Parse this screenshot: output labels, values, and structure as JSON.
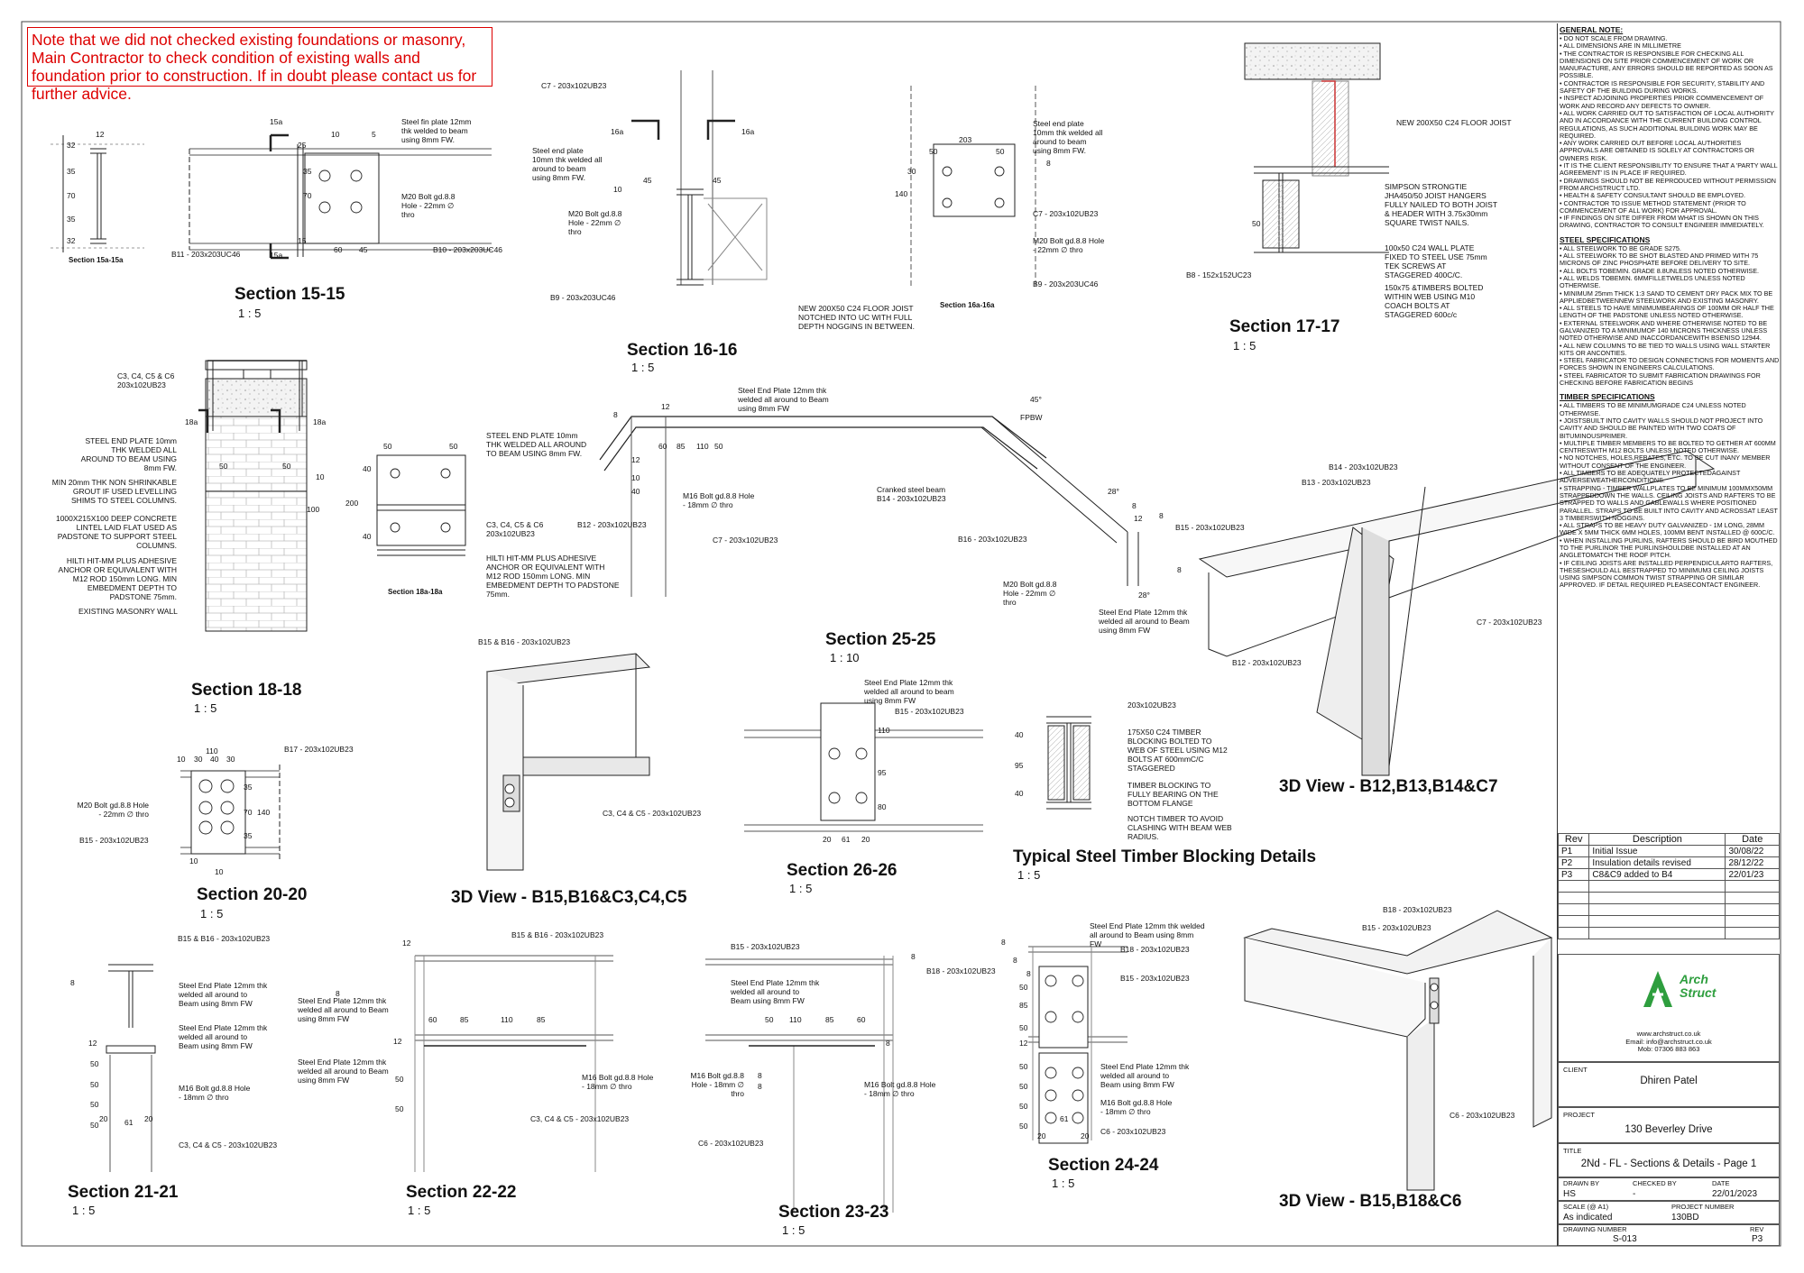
{
  "note": "Note that we did not checked existing foundations or masonry, Main Contractor to check condition of existing walls and foundation prior to construction. If in doubt please contact us for further advice.",
  "sections": {
    "s15": {
      "title": "Section 15-15",
      "scale": "1 : 5",
      "sub": "Section 15a-15a",
      "cut": "15a",
      "l1": "Steel fin plate 12mm thk welded to beam using 8mm FW.",
      "l2": "M20 Bolt gd.8.8 Hole - 22mm ∅ thro",
      "l3": "B11 - 203x203UC46",
      "l4": "B10 - 203x203UC46",
      "d": [
        "12",
        "10",
        "5",
        "25",
        "60",
        "45",
        "15",
        "32",
        "35",
        "70",
        "35",
        "32",
        "35",
        "70"
      ]
    },
    "s16": {
      "title": "Section 16-16",
      "scale": "1 : 5",
      "sub": "Section 16a-16a",
      "cut": "16a",
      "l1": "C7 - 203x102UB23",
      "l2": "Steel end plate 10mm thk welded all around to beam using 8mm FW.",
      "l3": "M20 Bolt gd.8.8 Hole - 22mm ∅ thro",
      "l4": "B9 - 203x203UC46",
      "l5": "NEW 200X50 C24 FLOOR JOIST NOTCHED INTO UC WITH FULL DEPTH NOGGINS IN BETWEEN.",
      "l6": "Steel end plate 10mm thk welded all around to beam using 8mm FW.",
      "l7": "C7 - 203x102UB23",
      "l8": "M20 Bolt gd.8.8 Hole - 22mm ∅ thro",
      "l9": "B9 - 203x203UC46",
      "d": [
        "45",
        "45",
        "10",
        "203",
        "50",
        "50",
        "30",
        "140",
        "8"
      ]
    },
    "s17": {
      "title": "Section 17-17",
      "scale": "1 : 5",
      "l1": "NEW 200X50 C24 FLOOR JOIST",
      "l2": "SIMPSON STRONGTIE JHA450/50 JOIST HANGERS FULLY NAILED TO BOTH JOIST & HEADER WITH 3.75x30mm SQUARE TWIST NAILS.",
      "l3": "100x50 C24 WALL PLATE FIXED TO STEEL USE 75mm TEK SCREWS AT STAGGERED 400C/C.",
      "l4": "B8 - 152x152UC23",
      "l5": "150x75 &TIMBERS BOLTED WITHIN WEB USING M10 COACH BOLTS AT STAGGERED 600c/c",
      "d": [
        "50"
      ]
    },
    "s18": {
      "title": "Section 18-18",
      "scale": "1 : 5",
      "sub": "Section 18a-18a",
      "cut": "18a",
      "l1": "C3, C4, C5 & C6 203x102UB23",
      "l2": "STEEL END PLATE 10mm THK WELDED ALL AROUND TO BEAM USING 8mm FW.",
      "l3": "MIN 20mm THK NON SHRINKABLE GROUT IF USED LEVELLING SHIMS TO STEEL COLUMNS.",
      "l4": "1000X215X100 DEEP CONCRETE LINTEL LAID FLAT USED AS PADSTONE TO SUPPORT STEEL COLUMNS.",
      "l5": "HILTI HIT-MM PLUS ADHESIVE ANCHOR OR EQUIVALENT WITH M12 ROD 150mm LONG. MIN EMBEDMENT DEPTH TO PADSTONE 75mm.",
      "l6": "EXISTING MASONRY WALL",
      "l7": "STEEL END PLATE 10mm THK WELDED ALL AROUND TO BEAM USING 8mm FW.",
      "l8": "C3, C4, C5 & C6 203x102UB23",
      "l9": "HILTI HIT-MM PLUS ADHESIVE ANCHOR OR EQUIVALENT WITH M12 ROD 150mm LONG. MIN EMBEDMENT DEPTH TO PADSTONE 75mm.",
      "d": [
        "50",
        "50",
        "10",
        "100",
        "50",
        "50",
        "40",
        "40",
        "200"
      ]
    },
    "s20": {
      "title": "Section 20-20",
      "scale": "1 : 5",
      "l1": "B17 - 203x102UB23",
      "l2": "M20 Bolt gd.8.8 Hole - 22mm ∅ thro",
      "l3": "B15 - 203x102UB23",
      "d": [
        "110",
        "10",
        "30",
        "40",
        "30",
        "35",
        "70",
        "35",
        "140",
        "10",
        "10"
      ]
    },
    "s21": {
      "title": "Section 21-21",
      "scale": "1 : 5",
      "l1": "B15 & B16 - 203x102UB23",
      "l2": "Steel End Plate 12mm thk welded all around to Beam using 8mm FW",
      "l3": "Steel End Plate 12mm thk welded all around to Beam using 8mm FW",
      "l4": "M16 Bolt gd.8.8 Hole - 18mm ∅ thro",
      "l5": "C3, C4 & C5 - 203x102UB23",
      "d": [
        "8",
        "12",
        "50",
        "50",
        "50",
        "50",
        "20",
        "61",
        "20"
      ]
    },
    "s22": {
      "title": "Section 22-22",
      "scale": "1 : 5",
      "l1": "B15 & B16 - 203x102UB23",
      "l2": "Steel End Plate 12mm thk welded all around to Beam using 8mm FW",
      "l3": "Steel End Plate 12mm thk welded all around to Beam using 8mm FW",
      "l4": "M16 Bolt gd.8.8 Hole - 18mm ∅ thro",
      "l5": "C3, C4 & C5 - 203x102UB23",
      "d": [
        "12",
        "60",
        "85",
        "110",
        "85",
        "12",
        "50",
        "50",
        "8"
      ]
    },
    "s23": {
      "title": "Section 23-23",
      "scale": "1 : 5",
      "l1": "B15 - 203x102UB23",
      "l2": "B18 - 203x102UB23",
      "l3": "Steel End Plate 12mm thk welded all around to Beam using 8mm FW",
      "l4": "M16 Bolt gd.8.8 Hole - 18mm ∅ thro",
      "l5": "M16 Bolt gd.8.8 Hole - 18mm ∅ thro",
      "l6": "C6 - 203x102UB23",
      "d": [
        "50",
        "110",
        "85",
        "60",
        "8",
        "8",
        "8",
        "8"
      ]
    },
    "s24": {
      "title": "Section 24-24",
      "scale": "1 : 5",
      "l1": "Steel End Plate 12mm thk welded all around to Beam using 8mm FW",
      "l2": "B18 - 203x102UB23",
      "l3": "B15 - 203x102UB23",
      "l4": "Steel End Plate 12mm thk welded all around to Beam using 8mm FW",
      "l5": "M16 Bolt gd.8.8 Hole - 18mm ∅ thro",
      "l6": "C6 - 203x102UB23",
      "d": [
        "8",
        "8",
        "8",
        "50",
        "85",
        "50",
        "12",
        "50",
        "50",
        "50",
        "50",
        "20",
        "61",
        "20"
      ]
    },
    "s25": {
      "title": "Section 25-25",
      "scale": "1 : 10",
      "l1": "Steel End Plate 12mm thk welded all around to Beam using 8mm FW",
      "l2": "M16 Bolt gd.8.8 Hole - 18mm ∅ thro",
      "l3": "B12 - 203x102UB23",
      "l4": "C7 - 203x102UB23",
      "l5": "Cranked steel beam B14 - 203x102UB23",
      "l6": "B16 - 203x102UB23",
      "l7": "B15 - 203x102UB23",
      "l8": "M20 Bolt gd.8.8 Hole - 22mm ∅ thro",
      "l9": "Steel End Plate 12mm thk welded all around to Beam using 8mm FW",
      "fpbw": "FPBW",
      "ang1": "45°",
      "ang2": "28°",
      "ang3": "28°",
      "d": [
        "8",
        "12",
        "60",
        "85",
        "110",
        "50",
        "10",
        "40",
        "12",
        "8",
        "12",
        "8",
        "8"
      ]
    },
    "s26": {
      "title": "Section 26-26",
      "scale": "1 : 5",
      "l1": "Steel End Plate 12mm thk welded all around to beam using 8mm FW",
      "l2": "B15 - 203x102UB23",
      "d": [
        "110",
        "95",
        "80",
        "20",
        "61",
        "20"
      ]
    },
    "timber": {
      "title": "Typical Steel Timber Blocking Details",
      "scale": "1 : 5",
      "l1": "203x102UB23",
      "l2": "175X50 C24 TIMBER BLOCKING BOLTED TO WEB OF STEEL USING M12 BOLTS AT 600mmC/C STAGGERED",
      "l3": "TIMBER BLOCKING TO FULLY BEARING ON THE BOTTOM FLANGE",
      "l4": "NOTCH TIMBER TO AVOID CLASHING WITH BEAM WEB RADIUS.",
      "d": [
        "40",
        "95",
        "40"
      ]
    },
    "v3d1": {
      "title": "3D View - B15,B16&C3,C4,C5",
      "l1": "B15 & B16 - 203x102UB23",
      "l2": "C3, C4 & C5 - 203x102UB23"
    },
    "v3d2": {
      "title": "3D View - B12,B13,B14&C7",
      "l1": "B14 - 203x102UB23",
      "l2": "B13 - 203x102UB23",
      "l3": "C7 - 203x102UB23",
      "l4": "B12 - 203x102UB23"
    },
    "v3d3": {
      "title": "3D View - B15,B18&C6",
      "l1": "B18 - 203x102UB23",
      "l2": "B15 - 203x102UB23",
      "l3": "C6 - 203x102UB23"
    }
  },
  "panel": {
    "general_head": "GENERAL NOTE:",
    "general": [
      "DO NOT SCALE FROM DRAWING.",
      "ALL DIMENSIONS ARE IN MILLIMETRE",
      "THE CONTRACTOR IS RESPONSIBLE FOR CHECKING ALL DIMENSIONS ON SITE PRIOR COMMENCEMENT OF WORK OR MANUFACTURE, ANY ERRORS SHOULD BE REPORTED AS SOON AS POSSIBLE.",
      "CONTRACTOR IS RESPONSIBLE FOR SECURITY, STABILITY AND SAFETY OF THE BUILDING DURING WORKS.",
      "INSPECT ADJOINING PROPERTIES PRIOR COMMENCEMENT OF WORK AND RECORD ANY DEFECTS TO OWNER.",
      "ALL WORK CARRIED OUT TO SATISFACTION OF LOCAL AUTHORITY AND IN ACCORDANCE WITH THE CURRENT BUILDING CONTROL REGULATIONS, AS SUCH ADDITIONAL BUILDING WORK MAY BE REQUIRED.",
      "ANY WORK CARRIED OUT BEFORE LOCAL AUTHORITIES APPROVALS ARE OBTAINED IS SOLELY AT CONTRACTORS OR OWNERS RISK.",
      "IT IS THE CLIENT RESPONSIBILITY TO ENSURE THAT A 'PARTY WALL AGREEMENT' IS IN PLACE IF REQUIRED.",
      "DRAWINGS SHOULD NOT BE REPRODUCED WITHOUT PERMISSION FROM ARCHSTRUCT LTD.",
      "HEALTH & SAFETY CONSULTANT SHOULD BE EMPLOYED.",
      "CONTRACTOR TO ISSUE METHOD STATEMENT (PRIOR TO COMMENCEMENT OF ALL WORK) FOR APPROVAL.",
      "IF FINDINGS ON SITE DIFFER FROM WHAT IS SHOWN ON THIS DRAWING, CONTRACTOR TO CONSULT ENGINEER IMMEDIATELY."
    ],
    "steel_head": "STEEL SPECIFICATIONS",
    "steel": [
      "ALL STEELWORK TO BE GRADE S275.",
      "ALL STEELWORK TO BE SHOT BLASTED AND PRIMED WITH 75 MICRONS OF ZINC PHOSPHATE BEFORE DELIVERY TO SITE.",
      "ALL BOLTS TOBEMIN. GRADE 8.8UNLESS NOTED OTHERWISE.",
      "ALL WELDS TOBEMIN. 6MMFILLETWELDS UNLESS NOTED OTHERWISE.",
      "MINIMUM 25mm THICK 1:3 SAND TO CEMENT DRY PACK MIX TO BE APPLIEDBETWEENNEW STEELWORK AND EXISTING MASONRY.",
      "ALL STEELS TO HAVE MINIMUMBEARINGS OF 100MM OR HALF THE LENGTH OF THE PADSTONE UNLESS NOTED OTHERWISE.",
      "EXTERNAL STEELWORK AND WHERE OTHERWISE NOTED TO BE GALVANIZED TO A MINIMUMOF 140 MICRONS THICKNESS UNLESS NOTED OTHERWISE AND INACCORDANCEWITH BSENISO 12944.",
      "ALL NEW COLUMNS TO BE TIED TO WALLS USING WALL STARTER KITS OR ANCONTIES.",
      "STEEL FABRICATOR TO DESIGN CONNECTIONS FOR MOMENTS AND FORCES SHOWN IN ENGINEERS CALCULATIONS.",
      "STEEL FABRICATOR TO SUBMIT FABRICATION DRAWINGS FOR CHECKING BEFORE FABRICATION BEGINS"
    ],
    "timber_head": "TIMBER SPECIFICATIONS",
    "timber": [
      "ALL TIMBERS TO BE MINIMUMGRADE C24 UNLESS NOTED OTHERWISE.",
      "JOISTSBUILT INTO CAVITY WALLS SHOULD NOT PROJECT INTO CAVITY AND SHOULD BE PAINTED WITH TWO COATS OF BITUMINOUSPRIMER.",
      "MULTIPLE TIMBER MEMBERS TO BE BOLTED TO GETHER AT 600MM CENTRESWITH M12 BOLTS UNLESS NOTED OTHERWISE.",
      "NO NOTCHES, HOLES,REBATES, ETC. TO BE CUT INANY MEMBER WITHOUT CONSENT OF THE ENGINEER.",
      "ALL TIMBERS TO BE ADEQUATELY PROTECTEDAGAINST ADVERSEWEATHERCONDITIONS.",
      "STRAPPING - TIMBER WALLPLATES TO BE MINIMUM 100MMX50MM STRAPPEDDOWN THE WALLS. CEILING JOISTS AND RAFTERS TO BE STRAPPED TO WALLS AND GABLEWALLS WHERE POSITIONED PARALLEL. STRAPS TO BE BUILT INTO CAVITY AND ACROSSAT LEAST 3 TIMBERSWITH NOGGINS.",
      "ALL STRAPS TO BE HEAVY DUTY GALVANIZED - 1M LONG, 28MM WIDE X 5MM THICK 6MM HOLES, 100MM BENT INSTALLED @ 600C/C.",
      "WHEN INSTALLING PURLINS, RAFTERS SHOULD BE BIRD MOUTHED TO THE PURLINOR THE PURLINSHOULDBE INSTALLED AT AN ANGLETOMATCH THE ROOF PITCH.",
      "IF CEILING JOISTS ARE INSTALLED PERPENDICULARTO RAFTERS, THESESHOULD ALL BESTRAPPED TO MINIMUM3 CEILING JOISTS USING SIMPSON COMMON TWIST STRAPPING OR SIMILAR APPROVED. IF DETAIL REQUIRED PLEASECONTACT ENGINEER."
    ],
    "rev_headers": [
      "Rev",
      "Description",
      "Date"
    ],
    "revisions": [
      [
        "P1",
        "Initial Issue",
        "30/08/22"
      ],
      [
        "P2",
        "Insulation details revised",
        "28/12/22"
      ],
      [
        "P3",
        "C8&C9 added to B4",
        "22/01/23"
      ],
      [
        "",
        "",
        ""
      ],
      [
        "",
        "",
        ""
      ],
      [
        "",
        "",
        ""
      ],
      [
        "",
        "",
        ""
      ],
      [
        "",
        "",
        ""
      ]
    ],
    "logo1": "Arch",
    "logo2": "Struct",
    "web": "www.archstruct.co.uk",
    "email": "Email: info@archstruct.co.uk",
    "mob": "Mob: 07306 883 863",
    "client_cap": "CLIENT",
    "client": "Dhiren Patel",
    "project_cap": "PROJECT",
    "project": "130 Beverley Drive",
    "title_cap": "TITLE",
    "title": "2Nd - FL - Sections & Details - Page 1",
    "drawn_cap": "DRAWN BY",
    "drawn": "HS",
    "checked_cap": "CHECKED BY",
    "checked": "-",
    "date_cap": "DATE",
    "date": "22/01/2023",
    "scale_cap": "SCALE (@ A1)",
    "scale": "As indicated",
    "projno_cap": "PROJECT NUMBER",
    "projno": "130BD",
    "dwgno_cap": "DRAWING NUMBER",
    "dwgno": "S-013",
    "rev_cap": "REV",
    "rev": "P3"
  }
}
